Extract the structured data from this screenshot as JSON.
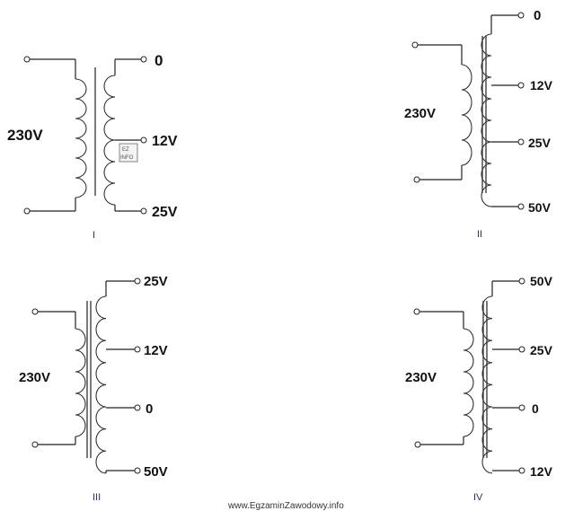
{
  "diagrams": [
    {
      "roman": "I",
      "primary_voltage": "230V",
      "taps": [
        "0",
        "12V",
        "25V"
      ],
      "stamp_text": [
        "EZ",
        "INFO"
      ]
    },
    {
      "roman": "II",
      "primary_voltage": "230V",
      "taps": [
        "0",
        "12V",
        "25V",
        "50V"
      ]
    },
    {
      "roman": "III",
      "primary_voltage": "230V",
      "taps": [
        "25V",
        "12V",
        "0",
        "50V"
      ]
    },
    {
      "roman": "IV",
      "primary_voltage": "230V",
      "taps": [
        "50V",
        "25V",
        "0",
        "12V"
      ]
    }
  ],
  "watermark": "www.EgzaminZawodowy.info",
  "colors": {
    "line": "#222222",
    "roman": "#2a2a8a"
  }
}
